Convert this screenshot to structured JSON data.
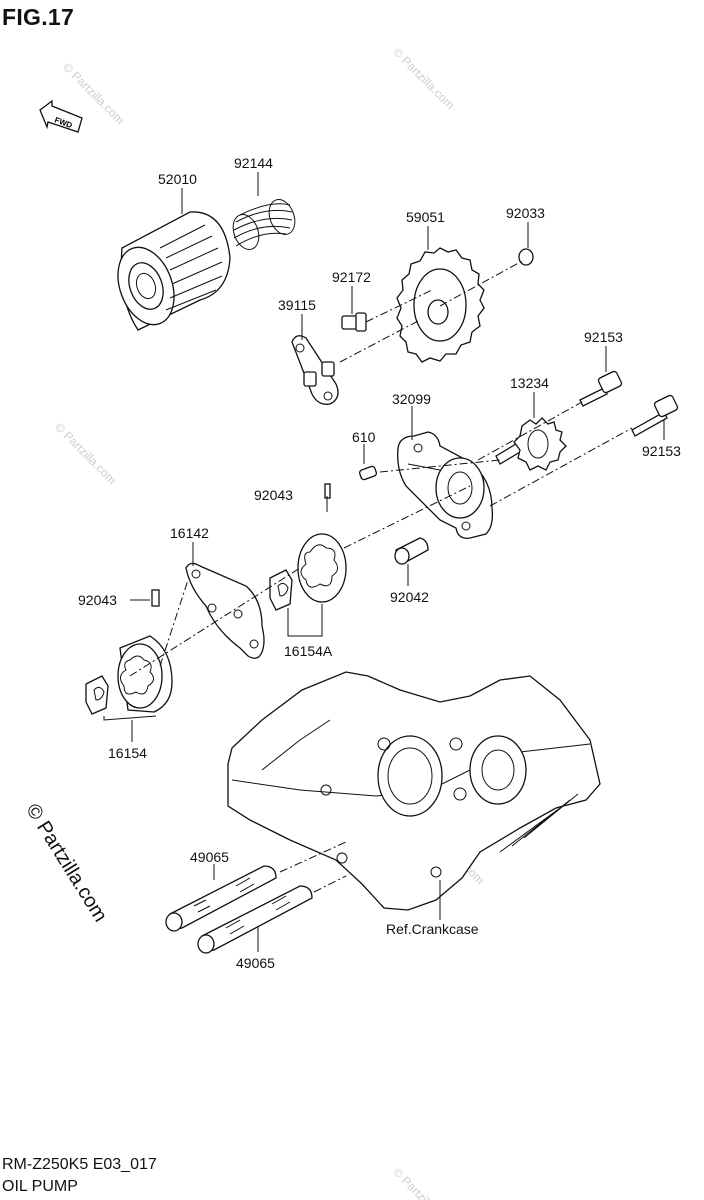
{
  "figure": {
    "title": "FIG.17",
    "model_code": "RM-Z250K5 E03_017",
    "caption": "OIL PUMP",
    "copyright": "© Partzilla.com",
    "watermark": "© Partzilla.com",
    "fwd_label": "FWD"
  },
  "callouts": {
    "p52010": "52010",
    "p92144": "92144",
    "p59051": "59051",
    "p92033": "92033",
    "p92172": "92172",
    "p39115": "39115",
    "p92153a": "92153",
    "p13234": "13234",
    "p32099": "32099",
    "p610": "610",
    "p92153b": "92153",
    "p92043a": "92043",
    "p16142": "16142",
    "p92042": "92042",
    "p92043b": "92043",
    "p16154a": "16154A",
    "p16154": "16154",
    "p49065a": "49065",
    "p49065b": "49065",
    "ref_crankcase": "Ref.Crankcase"
  }
}
